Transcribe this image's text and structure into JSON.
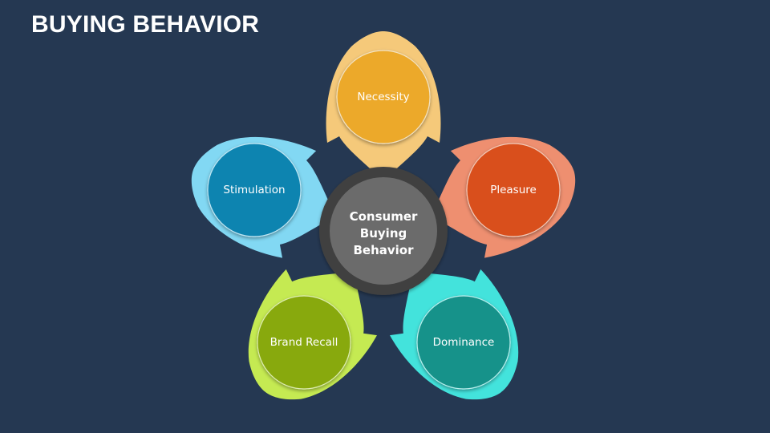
{
  "slide": {
    "title": "BUYING BEHAVIOR",
    "background": "#253852"
  },
  "diagram": {
    "center": {
      "label_lines": [
        "Consumer",
        "Buying",
        "Behavior"
      ],
      "fill": "#6b6b6b",
      "ring": "#3f3f3f"
    },
    "petals": [
      {
        "label": "Necessity",
        "petal_color": "#f5c97a",
        "circle_color": "#eca92a"
      },
      {
        "label": "Pleasure",
        "petal_color": "#ee8f70",
        "circle_color": "#d94f1b"
      },
      {
        "label": "Dominance",
        "petal_color": "#43e3dc",
        "circle_color": "#12928a"
      },
      {
        "label": "Brand Recall",
        "petal_color": "#c5ea52",
        "circle_color": "#88a90e"
      },
      {
        "label": "Stimulation",
        "petal_color": "#82d8f3",
        "circle_color": "#0d84b0"
      }
    ]
  }
}
